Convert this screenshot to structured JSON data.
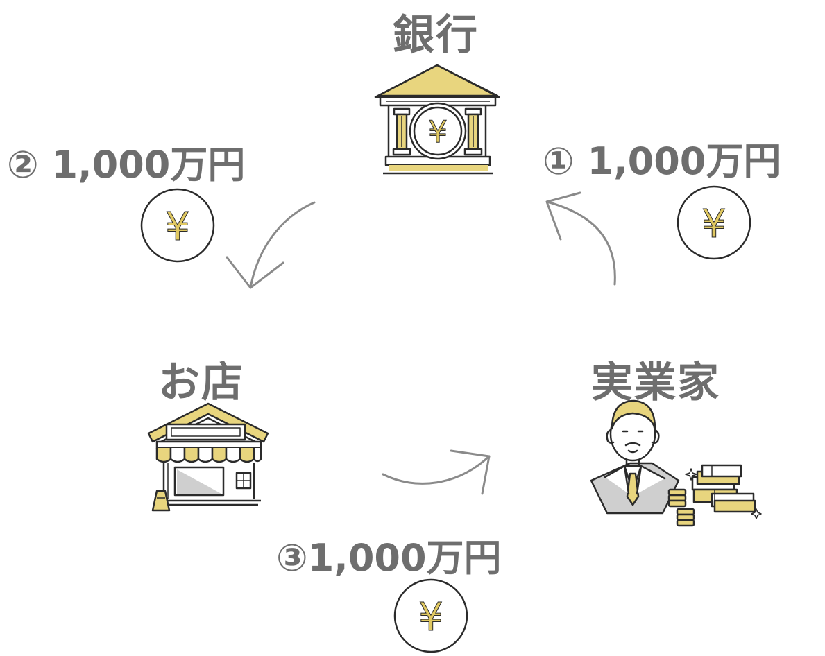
{
  "nodes": {
    "bank": {
      "label": "銀行"
    },
    "shop": {
      "label": "お店"
    },
    "entrepreneur": {
      "label": "実業家"
    }
  },
  "flows": [
    {
      "step": "①",
      "amount": "1,000万円",
      "from": "entrepreneur",
      "to": "bank"
    },
    {
      "step": "②",
      "amount": "1,000万円",
      "from": "bank",
      "to": "shop"
    },
    {
      "step": "③",
      "amount": "1,000万円",
      "from": "shop",
      "to": "entrepreneur"
    }
  ],
  "yen_symbol": "¥",
  "colors": {
    "text": "#6e6e6e",
    "accent": "#e8d57e",
    "line": "#2b2b2b",
    "arrow": "#8a8a8a",
    "gray_fill": "#cfcfcf"
  }
}
